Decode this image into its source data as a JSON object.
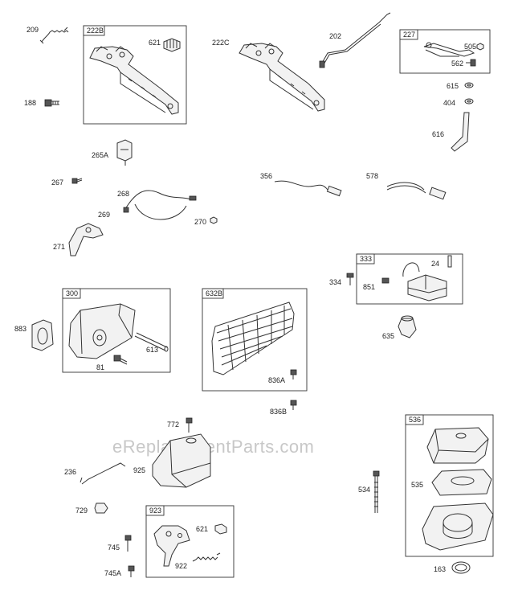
{
  "watermark": "eReplacementParts.com",
  "labels": {
    "p209": "209",
    "p188": "188",
    "p621a": "621",
    "p222c": "222C",
    "p202": "202",
    "p505": "505",
    "p562": "562",
    "p615": "615",
    "p404": "404",
    "p616": "616",
    "p265a": "265A",
    "p267": "267",
    "p268": "268",
    "p269": "269",
    "p270": "270",
    "p271": "271",
    "p356": "356",
    "p578": "578",
    "p24": "24",
    "p334": "334",
    "p851": "851",
    "p635": "635",
    "p883": "883",
    "p613": "613",
    "p81": "81",
    "p836a": "836A",
    "p836b": "836B",
    "p772": "772",
    "p236": "236",
    "p925": "925",
    "p729": "729",
    "p745": "745",
    "p745a": "745A",
    "p621b": "621",
    "p922": "922",
    "p534": "534",
    "p535": "535",
    "p163": "163"
  },
  "boxes": {
    "b222b": "222B",
    "b227": "227",
    "b333": "333",
    "b300": "300",
    "b632b": "632B",
    "b923": "923",
    "b536": "536"
  }
}
